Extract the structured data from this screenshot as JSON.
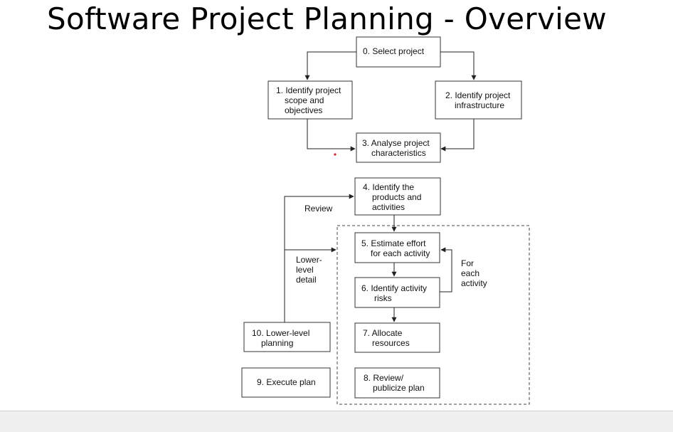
{
  "slide": {
    "title": "Software Project Planning - Overview"
  },
  "steps": {
    "s0": [
      "0. Select project"
    ],
    "s1": [
      "1. Identify project",
      "scope and",
      "objectives"
    ],
    "s2": [
      "2. Identify project",
      "infrastructure"
    ],
    "s3": [
      "3. Analyse project",
      "characteristics"
    ],
    "s4": [
      "4. Identify the",
      "products and",
      "activities"
    ],
    "s5": [
      "5. Estimate effort",
      "for each activity"
    ],
    "s6": [
      "6. Identify activity",
      "risks"
    ],
    "s7": [
      "7. Allocate",
      "resources"
    ],
    "s8": [
      "8. Review/",
      "publicize plan"
    ],
    "s9": [
      "9. Execute plan"
    ],
    "s10": [
      "10. Lower-level",
      "planning"
    ]
  },
  "labels": {
    "review": [
      "Review"
    ],
    "lower_level_detail": [
      "Lower-",
      "level",
      "detail"
    ],
    "for_each_activity": [
      "For",
      "each",
      "activity"
    ]
  },
  "colors": {
    "stroke": "#333333",
    "text": "#111111",
    "pointer_dot": "#e02020",
    "bottom_bar": "#f0f0f0"
  }
}
